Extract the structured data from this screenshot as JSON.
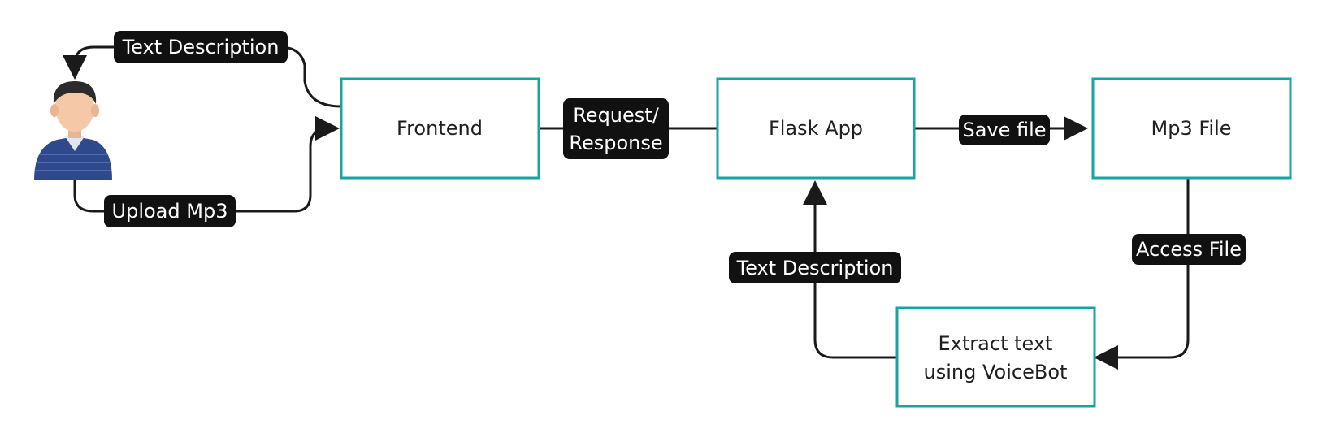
{
  "diagram": {
    "nodes": {
      "frontend": "Frontend",
      "flask_app": "Flask App",
      "mp3_file": "Mp3 File",
      "extract_line1": "Extract text",
      "extract_line2": "using VoiceBot"
    },
    "edges": {
      "user_text_description": "Text Description",
      "upload_mp3": "Upload Mp3",
      "request_line1": "Request/",
      "request_line2": "Response",
      "save_file": "Save file",
      "access_file": "Access File",
      "flask_text_description": "Text Description"
    },
    "icons": {
      "user": "user-avatar-icon"
    },
    "colors": {
      "node_border": "#1aa3a3",
      "edge": "#1a1a1a",
      "label_bg": "#111111",
      "label_text": "#ffffff",
      "avatar_shirt": "#2f4a8c",
      "avatar_skin": "#f5c9a8",
      "avatar_hair": "#2b2b2b"
    }
  }
}
